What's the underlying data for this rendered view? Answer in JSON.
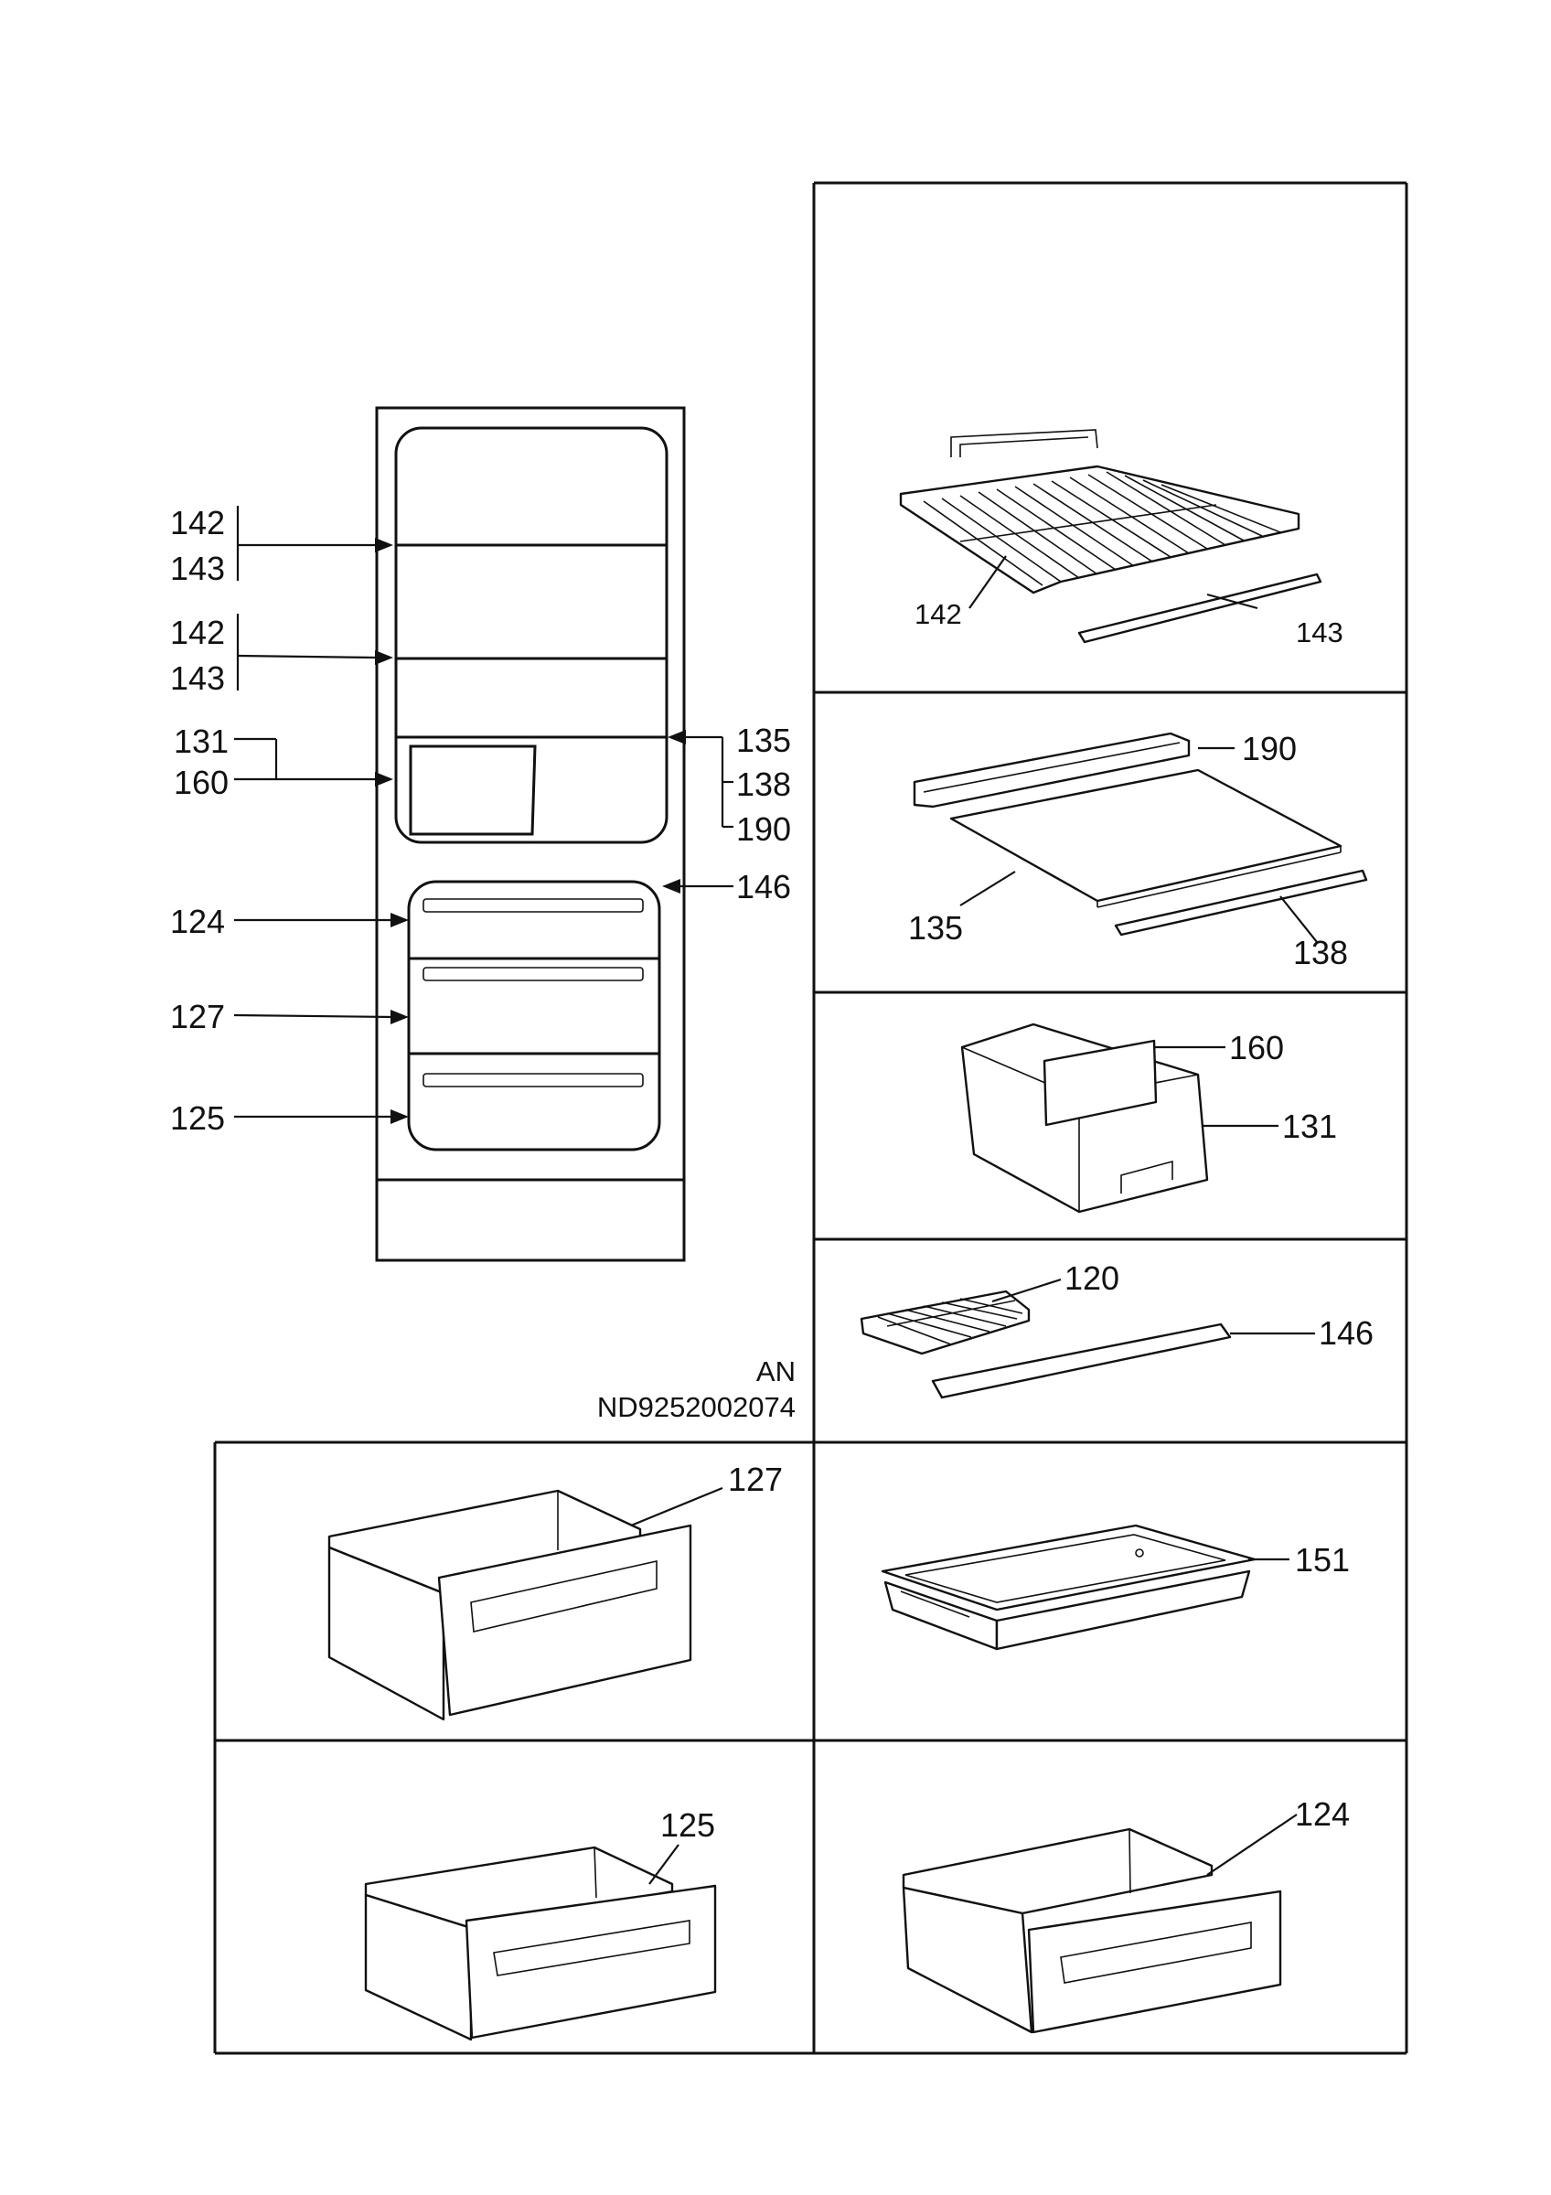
{
  "overview": {
    "callouts": {
      "c142a": "142",
      "c143a": "143",
      "c142b": "142",
      "c143b": "143",
      "c131": "131",
      "c160": "160",
      "c135": "135",
      "c138": "138",
      "c190": "190",
      "c146": "146",
      "c124": "124",
      "c127": "127",
      "c125": "125"
    },
    "stamp_line1": "AN",
    "stamp_line2": "ND9252002074"
  },
  "details": {
    "shelf_rack": {
      "label_a": "142",
      "label_b": "143"
    },
    "glass_shelf": {
      "label_a": "190",
      "label_b": "135",
      "label_c": "138"
    },
    "bin": {
      "label_a": "160",
      "label_b": "131"
    },
    "ice_tray": {
      "label_a": "120",
      "label_b": "146"
    },
    "drawer_127": {
      "label": "127"
    },
    "tray_151": {
      "label": "151"
    },
    "drawer_125": {
      "label": "125"
    },
    "drawer_124": {
      "label": "124"
    }
  }
}
